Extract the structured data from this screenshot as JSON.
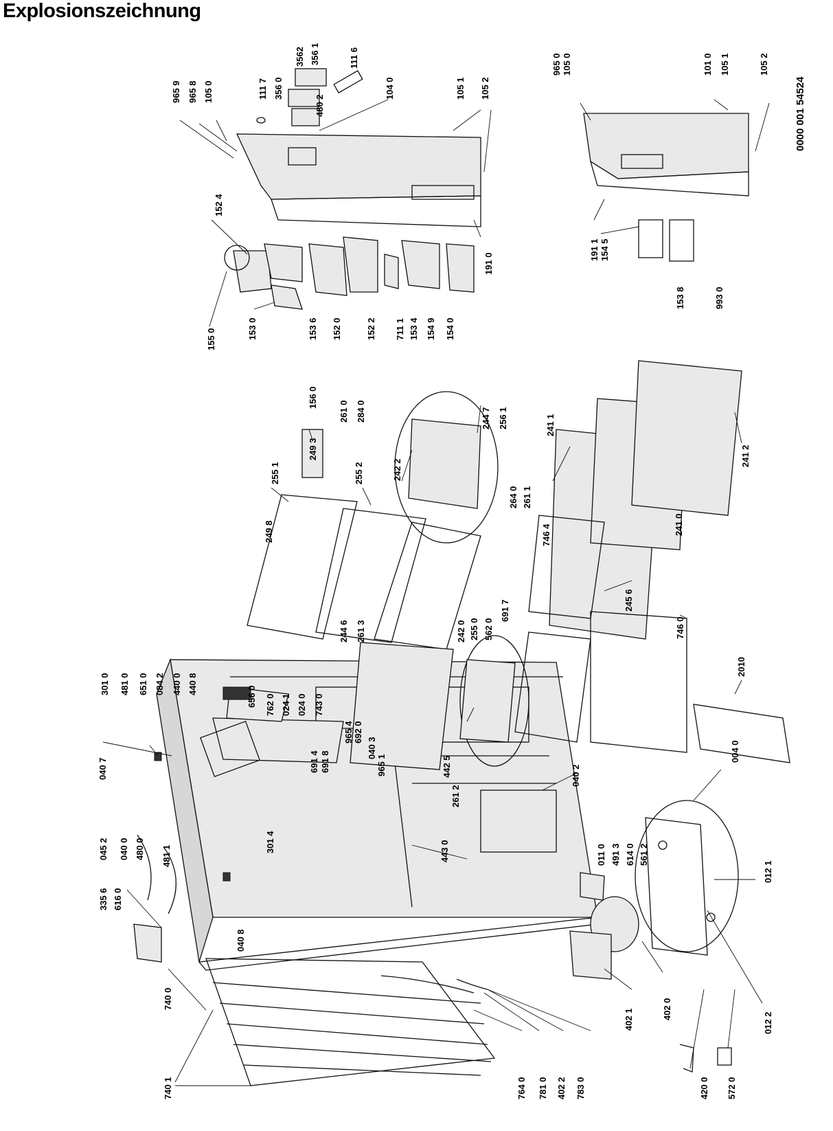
{
  "title": "Explosionszeichnung",
  "document_number": "0000 001 54524",
  "part_labels": [
    {
      "id": "965-9-a",
      "text": "965 9"
    },
    {
      "id": "965-8",
      "text": "965 8"
    },
    {
      "id": "105-0-a",
      "text": "105 0"
    },
    {
      "id": "111-7",
      "text": "111 7"
    },
    {
      "id": "356-0",
      "text": "356 0"
    },
    {
      "id": "480-2",
      "text": "480 2"
    },
    {
      "id": "356-2",
      "text": "3562"
    },
    {
      "id": "356-1",
      "text": "356 1"
    },
    {
      "id": "111-6",
      "text": "111 6"
    },
    {
      "id": "104-0",
      "text": "104 0"
    },
    {
      "id": "105-1-a",
      "text": "105 1"
    },
    {
      "id": "105-2-a",
      "text": "105 2"
    },
    {
      "id": "965-0",
      "text": "965 0"
    },
    {
      "id": "105-0-b",
      "text": "105 0"
    },
    {
      "id": "101-0",
      "text": "101 0"
    },
    {
      "id": "105-1-b",
      "text": "105 1"
    },
    {
      "id": "105-2-b",
      "text": "105 2"
    },
    {
      "id": "152-4",
      "text": "152 4"
    },
    {
      "id": "155-0",
      "text": "155 0"
    },
    {
      "id": "153-0",
      "text": "153 0"
    },
    {
      "id": "153-6",
      "text": "153 6"
    },
    {
      "id": "152-0",
      "text": "152 0"
    },
    {
      "id": "152-2",
      "text": "152 2"
    },
    {
      "id": "711-1",
      "text": "711 1"
    },
    {
      "id": "153-4",
      "text": "153 4"
    },
    {
      "id": "154-9",
      "text": "154 9"
    },
    {
      "id": "154-0",
      "text": "154 0"
    },
    {
      "id": "191-0",
      "text": "191 0"
    },
    {
      "id": "191-1",
      "text": "191 1"
    },
    {
      "id": "154-5",
      "text": "154 5"
    },
    {
      "id": "153-8",
      "text": "153 8"
    },
    {
      "id": "993-0",
      "text": "993 0"
    },
    {
      "id": "156-0",
      "text": "156 0"
    },
    {
      "id": "249-3",
      "text": "249 3"
    },
    {
      "id": "255-1",
      "text": "255 1"
    },
    {
      "id": "249-8",
      "text": "249 8"
    },
    {
      "id": "255-2",
      "text": "255 2"
    },
    {
      "id": "242-2",
      "text": "242 2"
    },
    {
      "id": "261-0",
      "text": "261 0"
    },
    {
      "id": "284-0",
      "text": "284 0"
    },
    {
      "id": "244-7",
      "text": "244 7"
    },
    {
      "id": "256-1",
      "text": "256 1"
    },
    {
      "id": "264-0",
      "text": "264 0"
    },
    {
      "id": "261-1",
      "text": "261 1"
    },
    {
      "id": "746-4",
      "text": "746 4"
    },
    {
      "id": "241-1",
      "text": "241 1"
    },
    {
      "id": "241-0",
      "text": "241 0"
    },
    {
      "id": "241-2",
      "text": "241 2"
    },
    {
      "id": "245-6",
      "text": "245 6"
    },
    {
      "id": "746-0",
      "text": "746 0"
    },
    {
      "id": "201-0",
      "text": "2010"
    },
    {
      "id": "255-0",
      "text": "255 0"
    },
    {
      "id": "562-0",
      "text": "562 0"
    },
    {
      "id": "691-7",
      "text": "691 7"
    },
    {
      "id": "244-6",
      "text": "244 6"
    },
    {
      "id": "261-3",
      "text": "261 3"
    },
    {
      "id": "242-0",
      "text": "242 0"
    },
    {
      "id": "442-5",
      "text": "442 5"
    },
    {
      "id": "261-2",
      "text": "261 2"
    },
    {
      "id": "301-0",
      "text": "301 0"
    },
    {
      "id": "481-0",
      "text": "481 0"
    },
    {
      "id": "651-0",
      "text": "651 0"
    },
    {
      "id": "084-2",
      "text": "084 2"
    },
    {
      "id": "440-0",
      "text": "440 0"
    },
    {
      "id": "440-8",
      "text": "440 8"
    },
    {
      "id": "656-0",
      "text": "656 0"
    },
    {
      "id": "762-0",
      "text": "762 0"
    },
    {
      "id": "024-1",
      "text": "024 1"
    },
    {
      "id": "024-0",
      "text": "024 0"
    },
    {
      "id": "743-0",
      "text": "743 0"
    },
    {
      "id": "965-4",
      "text": "965 4"
    },
    {
      "id": "692-0",
      "text": "692 0"
    },
    {
      "id": "040-3",
      "text": "040 3"
    },
    {
      "id": "965-1",
      "text": "965 1"
    },
    {
      "id": "040-7",
      "text": "040 7"
    },
    {
      "id": "691-4",
      "text": "691 4"
    },
    {
      "id": "691-8",
      "text": "691 8"
    },
    {
      "id": "301-4",
      "text": "301 4"
    },
    {
      "id": "443-0",
      "text": "443 0"
    },
    {
      "id": "040-2",
      "text": "040 2"
    },
    {
      "id": "045-2",
      "text": "045 2"
    },
    {
      "id": "040-0",
      "text": "040 0"
    },
    {
      "id": "480-0",
      "text": "480 0"
    },
    {
      "id": "481-1",
      "text": "481 1"
    },
    {
      "id": "335-6",
      "text": "335 6"
    },
    {
      "id": "616-0",
      "text": "616 0"
    },
    {
      "id": "040-8",
      "text": "040 8"
    },
    {
      "id": "740-0",
      "text": "740 0"
    },
    {
      "id": "740-1",
      "text": "740 1"
    },
    {
      "id": "764-0",
      "text": "764 0"
    },
    {
      "id": "781-0",
      "text": "781 0"
    },
    {
      "id": "402-2",
      "text": "402 2"
    },
    {
      "id": "783-0",
      "text": "783 0"
    },
    {
      "id": "402-1",
      "text": "402 1"
    },
    {
      "id": "402-0",
      "text": "402 0"
    },
    {
      "id": "420-0",
      "text": "420 0"
    },
    {
      "id": "572-0",
      "text": "572 0"
    },
    {
      "id": "011-0",
      "text": "011 0"
    },
    {
      "id": "491-3",
      "text": "491 3"
    },
    {
      "id": "614-0",
      "text": "614 0"
    },
    {
      "id": "561-2",
      "text": "561 2"
    },
    {
      "id": "004-0",
      "text": "004 0"
    },
    {
      "id": "012-1",
      "text": "012 1"
    },
    {
      "id": "012-2",
      "text": "012 2"
    }
  ]
}
